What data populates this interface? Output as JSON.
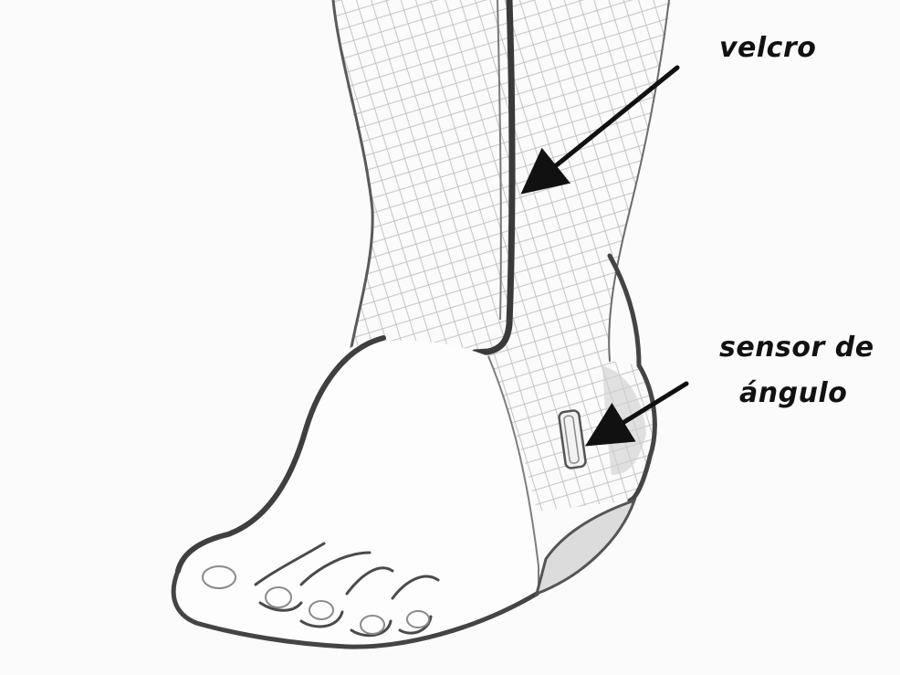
{
  "labels": {
    "velcro": "velcro",
    "sensor_line1": "sensor de",
    "sensor_line2": "ángulo"
  },
  "colors": {
    "paper": "#fbfbfb",
    "outline": "#4a4a4a",
    "hatch": "#b9b9b9",
    "ink": "#111111"
  }
}
